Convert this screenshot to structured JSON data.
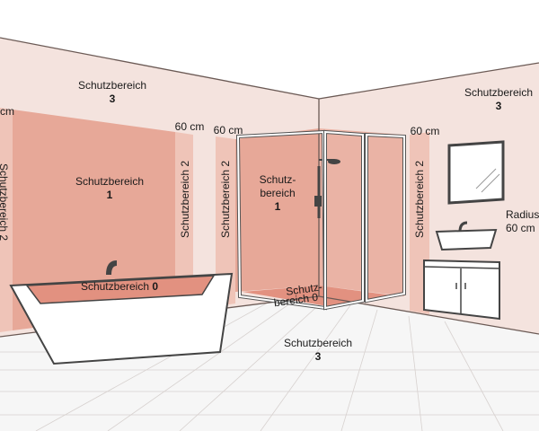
{
  "labels": {
    "zone3_left_name": "Schutzbereich",
    "zone3_left_num": "3",
    "zone3_right_name": "Schutzbereich",
    "zone3_right_num": "3",
    "zone3_floor_name": "Schutzbereich",
    "zone3_floor_num": "3",
    "zone1_wall_name": "Schutzbereich",
    "zone1_wall_num": "1",
    "zone1_shower_line1": "Schutz-",
    "zone1_shower_line2": "bereich",
    "zone1_shower_num": "1",
    "zone0_tub_name": "Schutzbereich",
    "zone0_tub_num": "0",
    "zone0_shower_line1": "Schutz-",
    "zone0_shower_line2": "bereich 0",
    "zone2_edge_left": "Schutzbereich 2",
    "zone2_tub_right": "Schutzbereich 2",
    "zone2_shower_left": "Schutzbereich 2",
    "zone2_shower_right": "Schutzbereich 2",
    "dist_edge_left": "cm",
    "dist_tub": "60 cm",
    "dist_shower_left": "60 cm",
    "dist_shower_right": "60 cm",
    "radius_line1": "Radius",
    "radius_line2": "60 cm"
  },
  "colors": {
    "wall": "#f4e3de",
    "zone1": "#e7a898",
    "zone2": "#efc4b8",
    "zone0": "#e29180",
    "floor": "#f6f6f6",
    "lines": "#6b5a55"
  }
}
